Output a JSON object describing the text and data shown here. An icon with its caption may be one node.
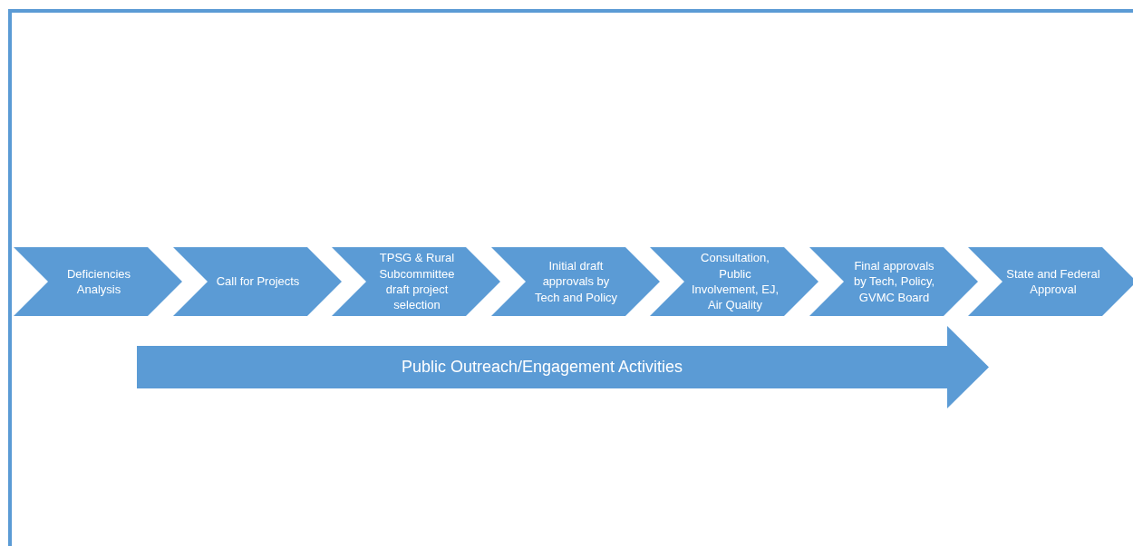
{
  "diagram": {
    "nodes": [
      {
        "text": [
          "Deficiencies Analysis"
        ]
      },
      {
        "text": [
          "Call for Projects"
        ]
      },
      {
        "text": [
          "TPSG & Rural Subcommittee draft project selection"
        ]
      },
      {
        "text": [
          "Initial draft approvals by Tech and Policy"
        ]
      },
      {
        "text": [
          "Consultation, Public Involvement, EJ, Air Quality"
        ]
      },
      {
        "text": [
          "Final approvals by Tech, Policy, GVMC Board"
        ]
      },
      {
        "text": [
          "State and Federal Approval"
        ]
      },
      {
        "text": [
          "Public Outreach/Engagement Activities"
        ]
      }
    ]
  }
}
